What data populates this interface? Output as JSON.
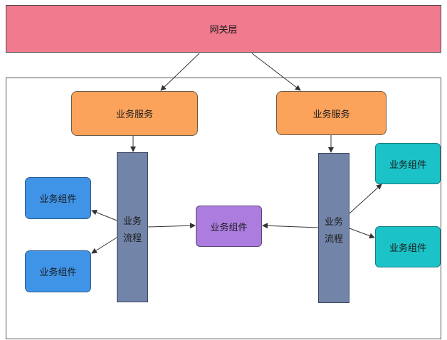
{
  "gateway": {
    "label": "网关层"
  },
  "services": [
    {
      "label": "业务服务"
    },
    {
      "label": "业务服务"
    }
  ],
  "processes": [
    {
      "label": "业务\n流程"
    },
    {
      "label": "业务\n流程"
    }
  ],
  "components": {
    "left_top": {
      "label": "业务组件"
    },
    "left_bottom": {
      "label": "业务组件"
    },
    "center": {
      "label": "业务组件"
    },
    "right_top": {
      "label": "业务组件"
    },
    "right_bottom": {
      "label": "业务组件"
    }
  },
  "colors": {
    "gateway": "#f07a8e",
    "service": "#fba35b",
    "process": "#7284a8",
    "component_blue": "#3f94e8",
    "component_purple": "#ac7ddf",
    "component_teal": "#1bc3c8"
  }
}
